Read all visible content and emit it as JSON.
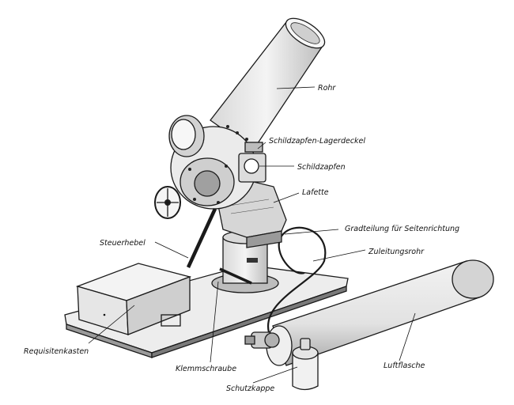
{
  "labels": {
    "rohr": "Rohr",
    "schildzapfen_lagerdeckel": "Schildzapfen-Lagerdeckel",
    "schildzapfen": "Schildzapfen",
    "lafette": "Lafette",
    "gradteilung": "Gradteilung für Seitenrichtung",
    "steuerhebel": "Steuerhebel",
    "zuleitungsrohr": "Zuleitungsrohr",
    "requisitenkasten": "Requisitenkasten",
    "klemmschraube": "Klemmschraube",
    "luftflasche": "Luftflasche",
    "schutzkappe": "Schutzkappe"
  }
}
